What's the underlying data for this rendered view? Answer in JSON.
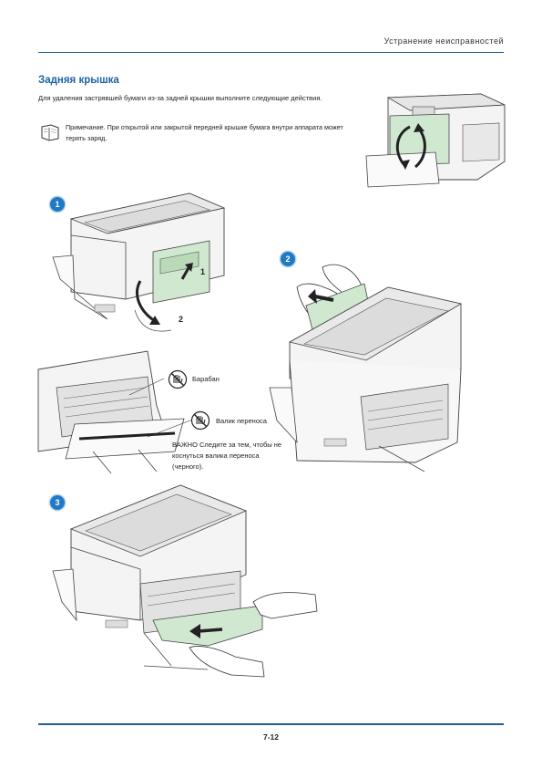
{
  "header": {
    "title": "Устранение неисправностей"
  },
  "section": {
    "title": "Задняя крышка",
    "intro": "Для удаления застрявшей бумаги из-за задней крышки выполните следующие действия.",
    "note": "Примечание. При открытой или закрытой передней крышке бумага внутри аппарата может терять заряд."
  },
  "steps": [
    {
      "number": "1",
      "callouts": [
        "1",
        "2"
      ]
    },
    {
      "number": "2"
    },
    {
      "number": "3"
    }
  ],
  "labels": {
    "drum": "Барабан",
    "transfer_roller": "Валик переноса",
    "important": "ВАЖНО Следите за тем, чтобы не коснуться валика переноса (черного)."
  },
  "footer": {
    "page_number": "7-12"
  },
  "colors": {
    "accent": "#1e62a8",
    "paper_green": "#cfe8cf",
    "badge": "#1f79c4"
  }
}
